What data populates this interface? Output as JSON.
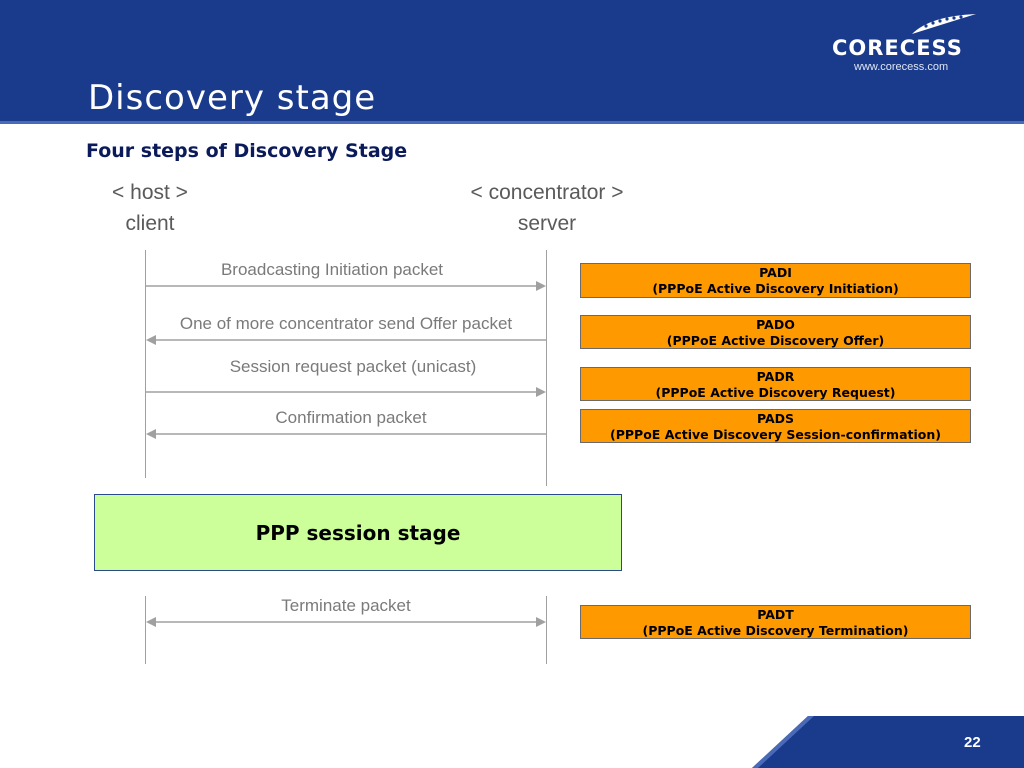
{
  "header": {
    "title": "Discovery stage",
    "logo_text": "CORECESS",
    "logo_url": "www.corecess.com"
  },
  "subtitle": "Four steps of Discovery Stage",
  "parties": {
    "host_line1": "< host >",
    "host_line2": "client",
    "concentrator_line1": "< concentrator >",
    "concentrator_line2": "server"
  },
  "messages": [
    {
      "label": "Broadcasting Initiation packet",
      "direction": "right"
    },
    {
      "label": "One of more concentrator send Offer packet",
      "direction": "left"
    },
    {
      "label": "Session request packet (unicast)",
      "direction": "right"
    },
    {
      "label": "Confirmation packet",
      "direction": "left"
    },
    {
      "label": "Terminate packet",
      "direction": "both"
    }
  ],
  "packets": [
    {
      "code": "PADI",
      "desc": "(PPPoE Active Discovery Initiation)"
    },
    {
      "code": "PADO",
      "desc": "(PPPoE Active Discovery Offer)"
    },
    {
      "code": "PADR",
      "desc": "(PPPoE Active Discovery Request)"
    },
    {
      "code": "PADS",
      "desc": "(PPPoE Active Discovery Session-confirmation)"
    },
    {
      "code": "PADT",
      "desc": "(PPPoE Active Discovery Termination)"
    }
  ],
  "session_box": "PPP session stage",
  "page_number": "22",
  "colors": {
    "header": "#1a3a8c",
    "packet_box": "#ff9900",
    "session_box": "#ccff99"
  }
}
